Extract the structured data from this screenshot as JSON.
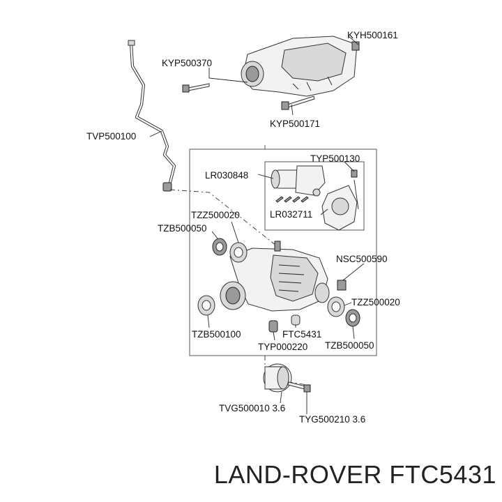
{
  "labels": {
    "kyh500161": "KYH500161",
    "kyp500370": "KYP500370",
    "kyp500171": "KYP500171",
    "tvp500100": "TVP500100",
    "typ500130": "TYP500130",
    "lr030848": "LR030848",
    "lr032711": "LR032711",
    "tzz500020_left": "TZZ500020",
    "tzb500050_left": "TZB500050",
    "nsc500590": "NSC500590",
    "tzz500020_right": "TZZ500020",
    "tzb500100": "TZB500100",
    "ftc5431": "FTC5431",
    "typ000220": "TYP000220",
    "tzb500050_right": "TZB500050",
    "tvg500010": "TVG500010 3.6",
    "tyg500210": "TYG500210 3.6"
  },
  "caption": "LAND-ROVER FTC5431"
}
